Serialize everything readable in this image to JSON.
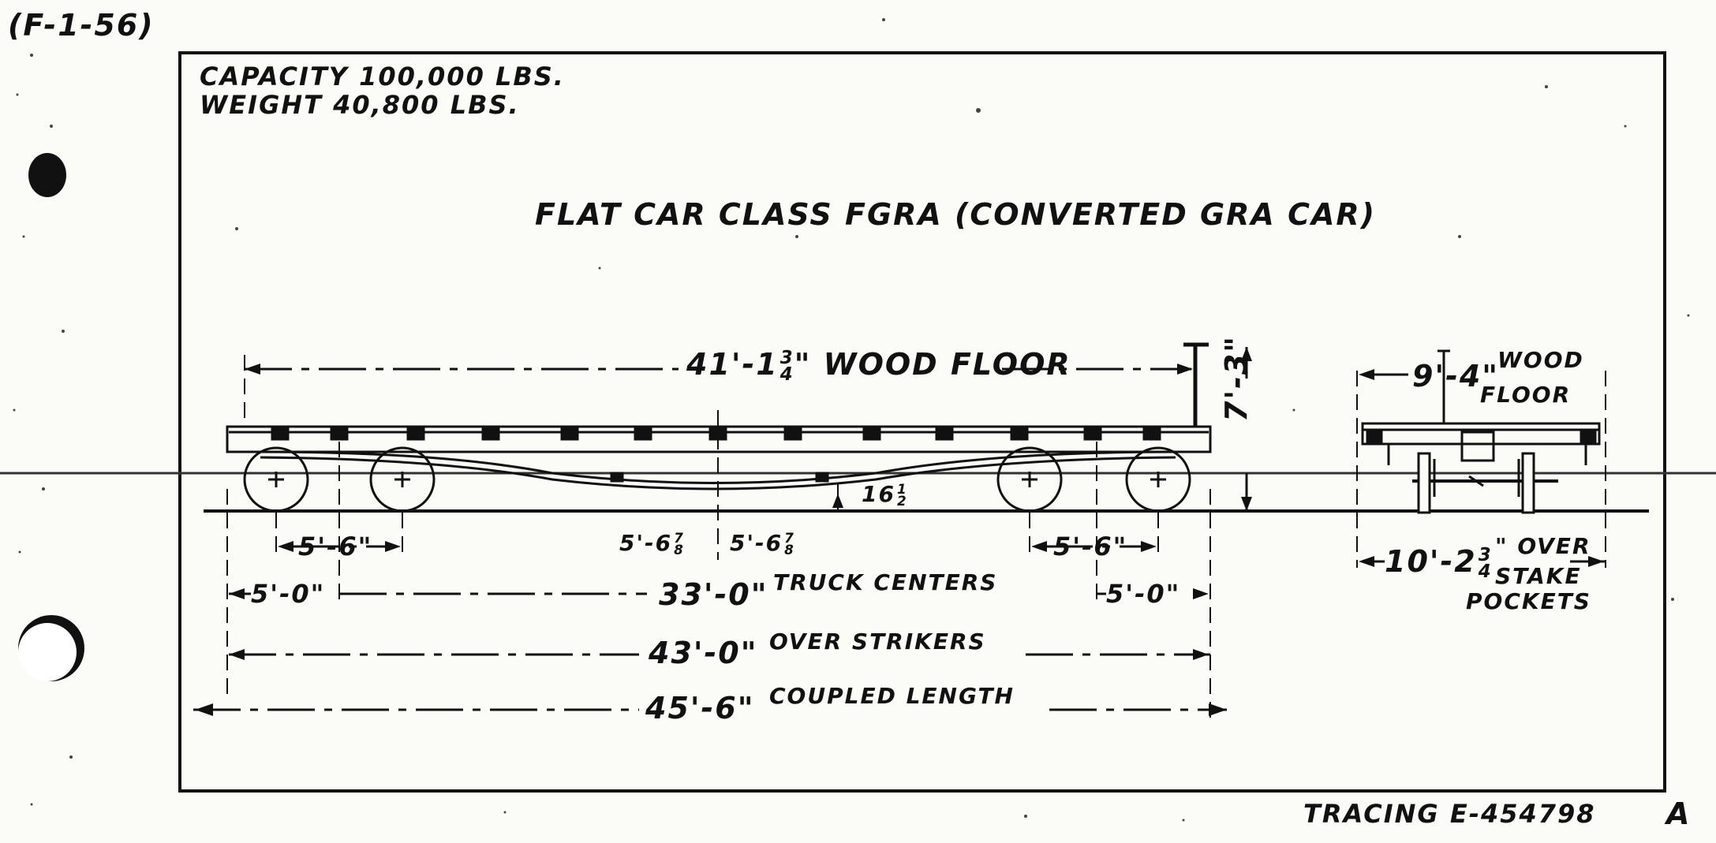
{
  "sheet_id": "(F-1-56)",
  "capacity": "CAPACITY 100,000 LBS.",
  "weight": "WEIGHT  40,800 LBS.",
  "title": "FLAT CAR CLASS FGRA (CONVERTED GRA CAR)",
  "dims": {
    "wood_floor": {
      "value": "41'-1",
      "num": "3",
      "den": "4",
      "unit": "\"",
      "label": "WOOD FLOOR"
    },
    "height": "7'-3\"",
    "axle_left": "5'-6\"",
    "axle_right": "5'-6\"",
    "center_left": {
      "value": "5'-6",
      "num": "7",
      "den": "8"
    },
    "center_right": {
      "value": "5'-6",
      "num": "7",
      "den": "8"
    },
    "sag": {
      "value": "16",
      "num": "1",
      "den": "2"
    },
    "end_left": "5'-0\"",
    "truck_centers_value": "33'-0\"",
    "truck_centers_label": "TRUCK CENTERS",
    "end_right": "5'-0\"",
    "over_strikers_value": "43'-0\"",
    "over_strikers_label": "OVER STRIKERS",
    "coupled_value": "45'-6\"",
    "coupled_label": "COUPLED LENGTH",
    "end_floor_value": "9'-4\"",
    "end_floor_label_1": "WOOD",
    "end_floor_label_2": "FLOOR",
    "stake": {
      "value": "10'-2",
      "num": "3",
      "den": "4",
      "label_1": "\" OVER",
      "label_2": "STAKE",
      "label_3": "POCKETS"
    }
  },
  "tracing": "TRACING E-454798",
  "revision": "A"
}
